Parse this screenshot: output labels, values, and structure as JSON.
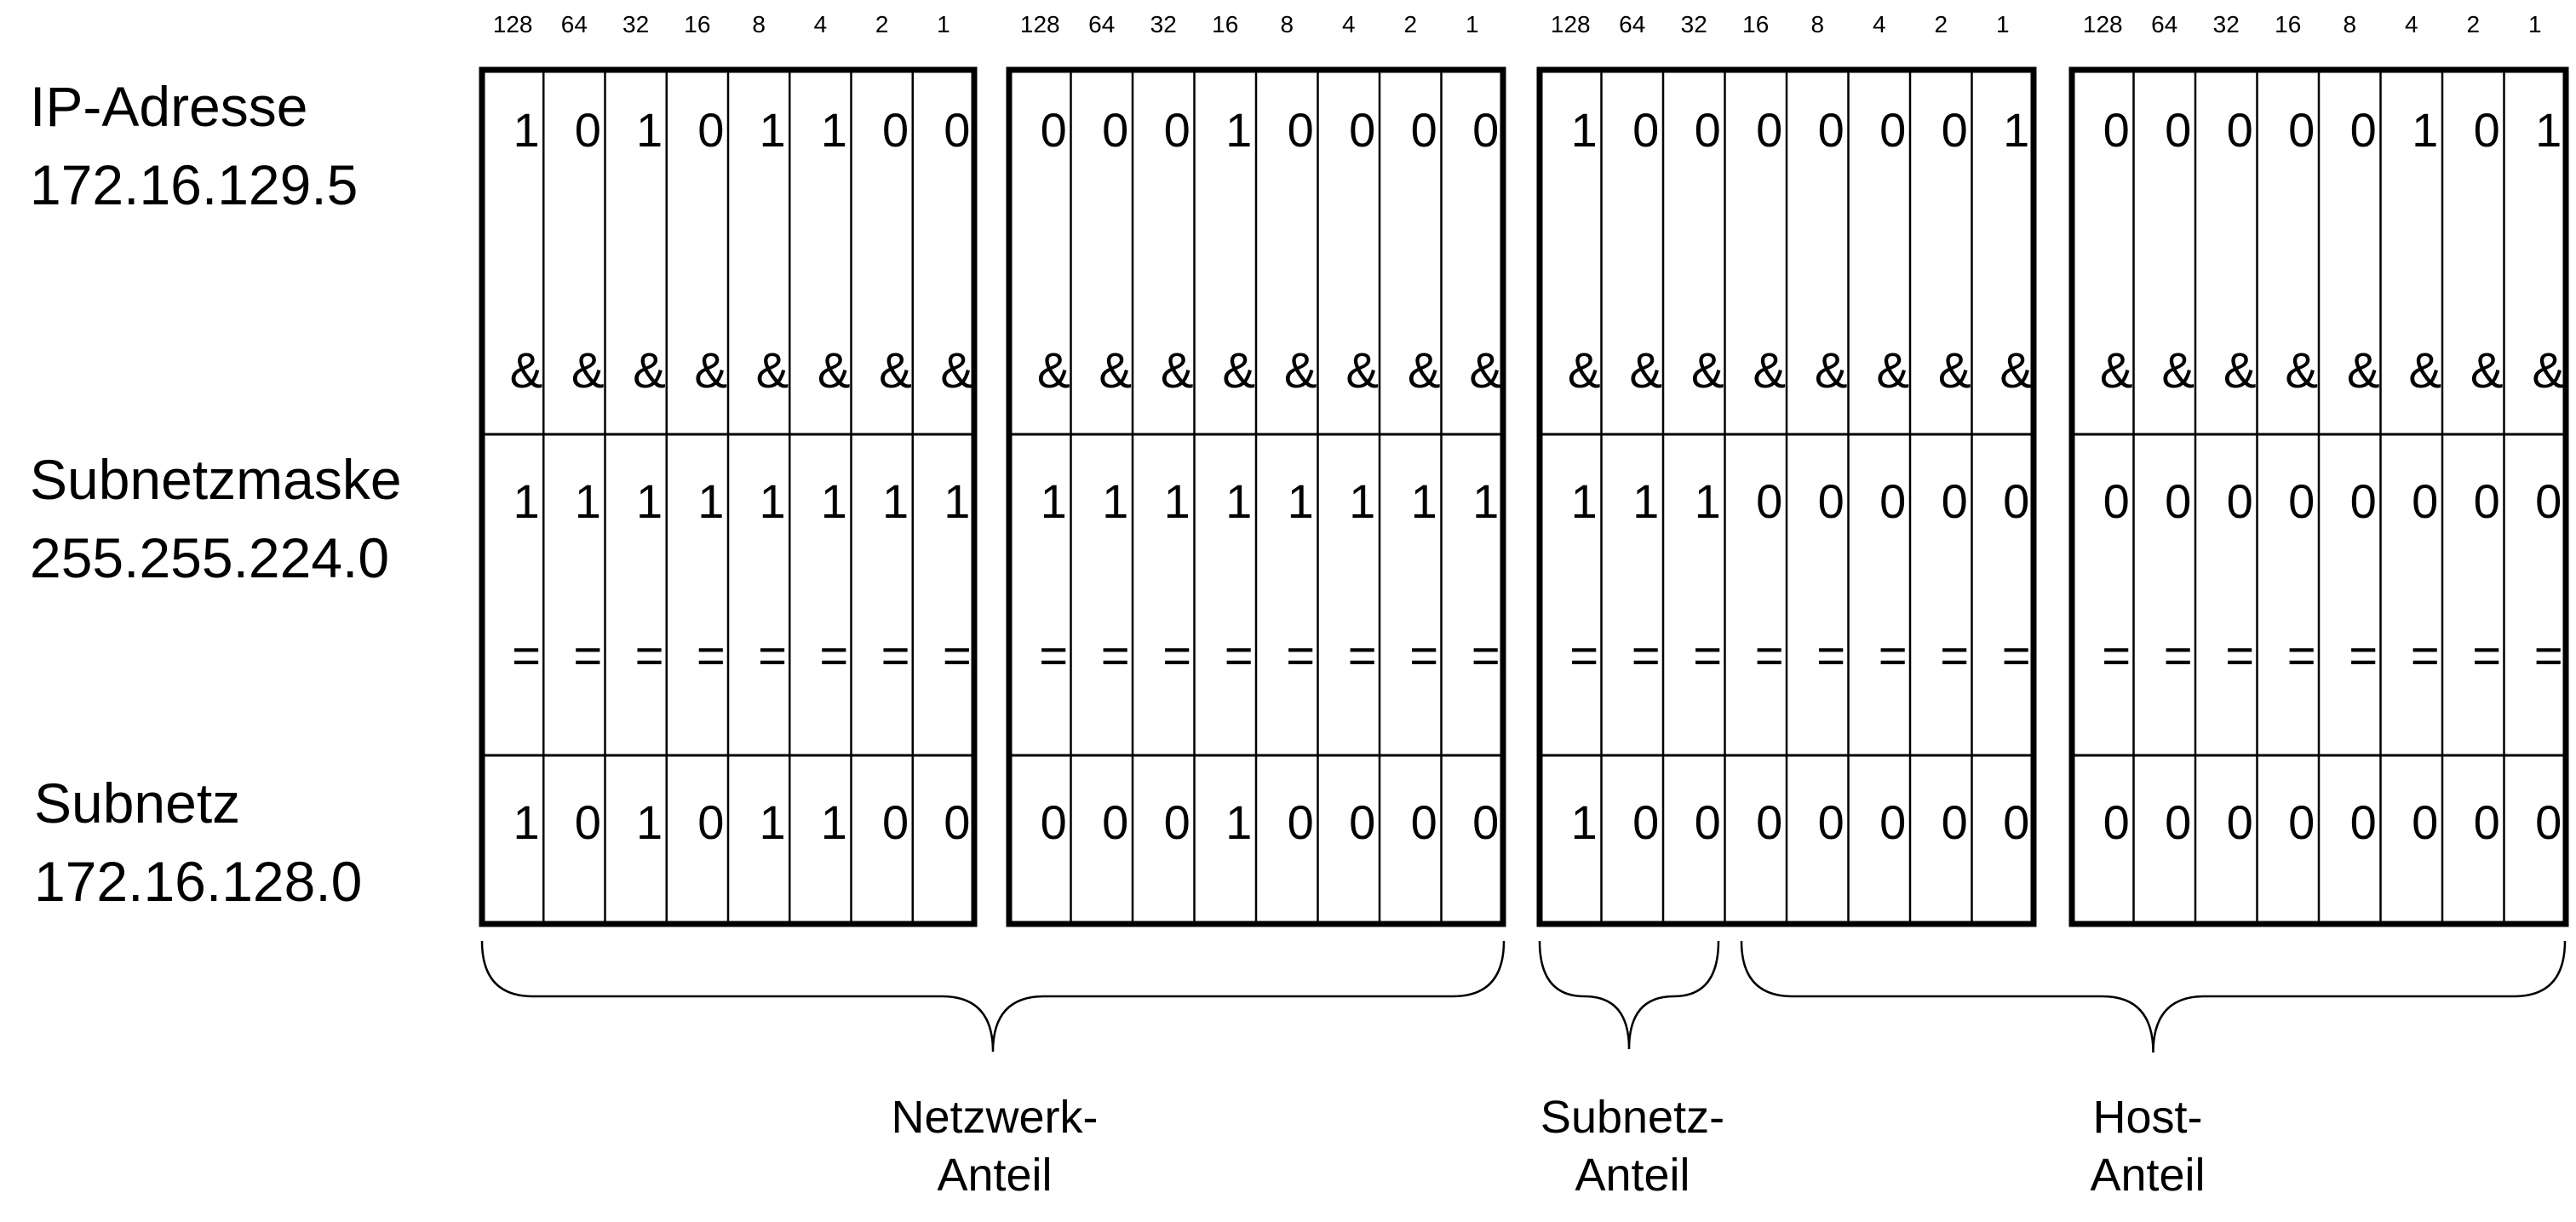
{
  "bit_weights": [
    "128",
    "64",
    "32",
    "16",
    "8",
    "4",
    "2",
    "1"
  ],
  "rows": [
    {
      "name": "ip-address",
      "label": "IP-Adresse",
      "value": "172.16.129.5",
      "octets": [
        [
          "1",
          "0",
          "1",
          "0",
          "1",
          "1",
          "0",
          "0"
        ],
        [
          "0",
          "0",
          "0",
          "1",
          "0",
          "0",
          "0",
          "0"
        ],
        [
          "1",
          "0",
          "0",
          "0",
          "0",
          "0",
          "0",
          "1"
        ],
        [
          "0",
          "0",
          "0",
          "0",
          "0",
          "1",
          "0",
          "1"
        ]
      ]
    },
    {
      "name": "subnet-mask",
      "label": "Subnetzmaske",
      "value": "255.255.224.0",
      "octets": [
        [
          "1",
          "1",
          "1",
          "1",
          "1",
          "1",
          "1",
          "1"
        ],
        [
          "1",
          "1",
          "1",
          "1",
          "1",
          "1",
          "1",
          "1"
        ],
        [
          "1",
          "1",
          "1",
          "0",
          "0",
          "0",
          "0",
          "0"
        ],
        [
          "0",
          "0",
          "0",
          "0",
          "0",
          "0",
          "0",
          "0"
        ]
      ]
    },
    {
      "name": "subnet",
      "label": "Subnetz",
      "value": "172.16.128.0",
      "octets": [
        [
          "1",
          "0",
          "1",
          "0",
          "1",
          "1",
          "0",
          "0"
        ],
        [
          "0",
          "0",
          "0",
          "1",
          "0",
          "0",
          "0",
          "0"
        ],
        [
          "1",
          "0",
          "0",
          "0",
          "0",
          "0",
          "0",
          "0"
        ],
        [
          "0",
          "0",
          "0",
          "0",
          "0",
          "0",
          "0",
          "0"
        ]
      ]
    }
  ],
  "operators": [
    "&",
    "="
  ],
  "braces": [
    {
      "name": "network-part",
      "lines": [
        "Netzwerk-",
        "Anteil"
      ]
    },
    {
      "name": "subnet-part",
      "lines": [
        "Subnetz-",
        "Anteil"
      ]
    },
    {
      "name": "host-part",
      "lines": [
        "Host-",
        "Anteil"
      ]
    }
  ]
}
